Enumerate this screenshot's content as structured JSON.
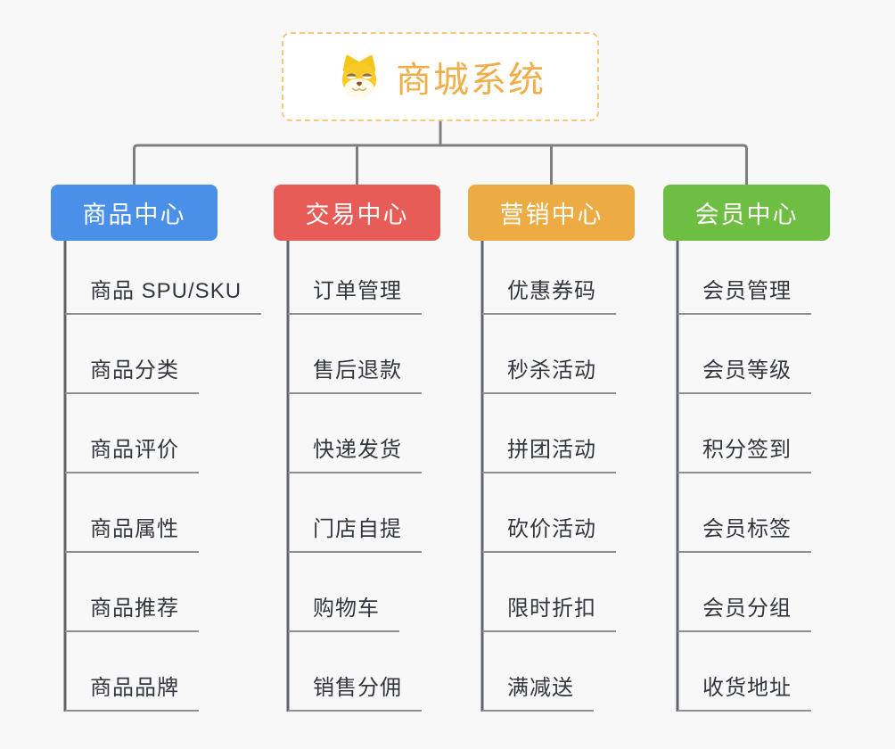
{
  "root": {
    "title": "商城系统",
    "accent_color": "#F0AE4B",
    "border_color": "#F5C87D"
  },
  "style": {
    "background": "#F8F8F8",
    "trunk_line_color": "#7F7F7F",
    "column_line_color": "#60656B",
    "underline_color": "#8F8F8F",
    "leaf_text_color": "#33373D"
  },
  "branches": [
    {
      "label": "商品中心",
      "color": "#4A90E8",
      "items": [
        "商品 SPU/SKU",
        "商品分类",
        "商品评价",
        "商品属性",
        "商品推荐",
        "商品品牌"
      ]
    },
    {
      "label": "交易中心",
      "color": "#E85C57",
      "items": [
        "订单管理",
        "售后退款",
        "快递发货",
        "门店自提",
        "购物车",
        "销售分佣"
      ]
    },
    {
      "label": "营销中心",
      "color": "#EDAC43",
      "items": [
        "优惠券码",
        "秒杀活动",
        "拼团活动",
        "砍价活动",
        "限时折扣",
        "满减送"
      ]
    },
    {
      "label": "会员中心",
      "color": "#6FBE44",
      "items": [
        "会员管理",
        "会员等级",
        "积分签到",
        "会员标签",
        "会员分组",
        "收货地址"
      ]
    }
  ]
}
